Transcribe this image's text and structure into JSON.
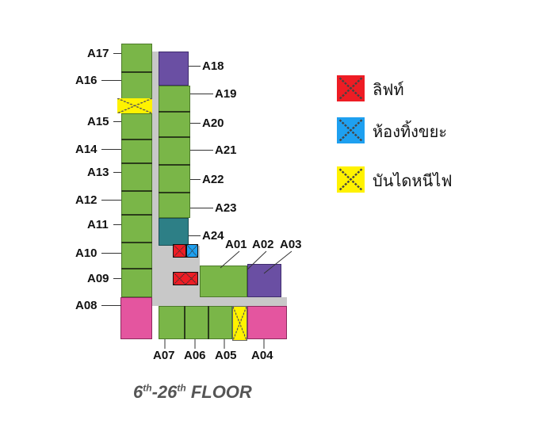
{
  "units_left": [
    "A17",
    "A16",
    "A15",
    "A14",
    "A13",
    "A12",
    "A11",
    "A10",
    "A09",
    "A08"
  ],
  "units_right": [
    "A18",
    "A19",
    "A20",
    "A21",
    "A22",
    "A23",
    "A24"
  ],
  "units_top": [
    "A01",
    "A02",
    "A03"
  ],
  "units_bottom": [
    "A07",
    "A06",
    "A05",
    "A04"
  ],
  "legend": [
    {
      "label": "ลิฟท์",
      "color": "#ee1c24"
    },
    {
      "label": "ห้องทิ้งขยะ",
      "color": "#1ea0f0"
    },
    {
      "label": "บันไดหนีไฟ",
      "color": "#fff200"
    }
  ],
  "title": {
    "start": "6",
    "start_sup": "th",
    "dash": "-26",
    "end_sup": "th",
    "rest": " FLOOR"
  }
}
